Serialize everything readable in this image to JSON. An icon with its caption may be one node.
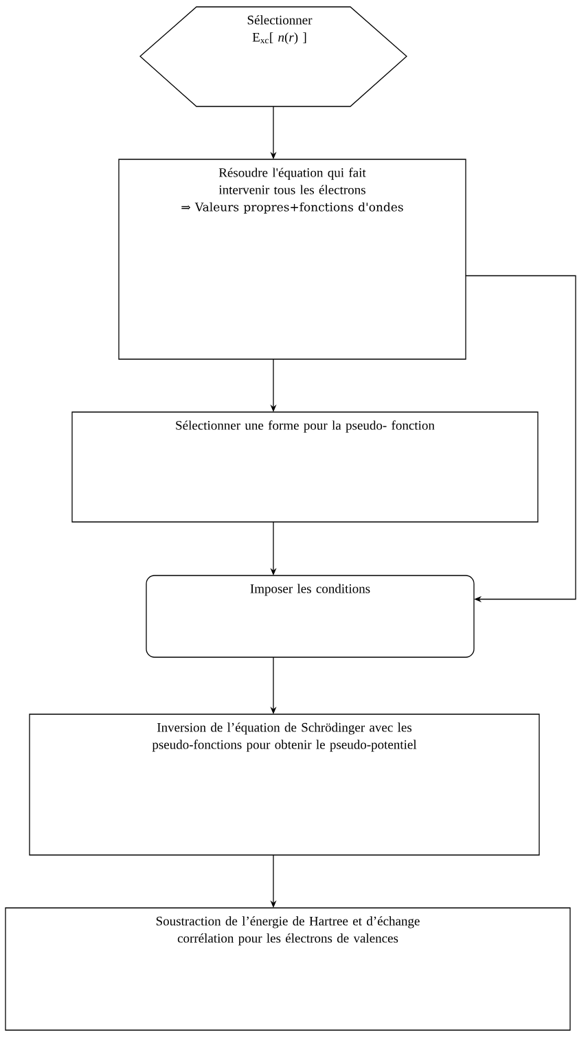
{
  "diagram": {
    "nodes": [
      {
        "text": [
          "Sélectionner E$_{xc}$[ *n*(*r*) ]"
        ]
      },
      {
        "text": [
          "Résoudre l'équation qui fait intervenir tous les électrons",
          "⇒ Valeurs propres+fonctions d'ondes"
        ]
      },
      {
        "text": [
          "Sélectionner une forme pour la pseudo- fonction"
        ]
      },
      {
        "text": [
          "Imposer les conditions"
        ]
      },
      {
        "text": [
          "Inversion de l’équation de Schrödinger avec les pseudo-fonctions pour obtenir le pseudo-potentiel"
        ]
      },
      {
        "text": [
          "Soustraction de l’énergie de Hartree et d’échange corrélation pour les électrons de valences"
        ]
      }
    ],
    "edges": [
      {
        "from": 0,
        "to": 1,
        "arrow": "to"
      },
      {
        "from": 1,
        "to": 2,
        "arrow": "to"
      },
      {
        "from": 2,
        "to": 3,
        "arrow": "to"
      },
      {
        "from": 3,
        "to": 4,
        "arrow": "to"
      },
      {
        "from": 4,
        "to": 5,
        "arrow": "to"
      },
      {
        "from": 1,
        "to": 3,
        "arrow": "to"
      }
    ]
  }
}
